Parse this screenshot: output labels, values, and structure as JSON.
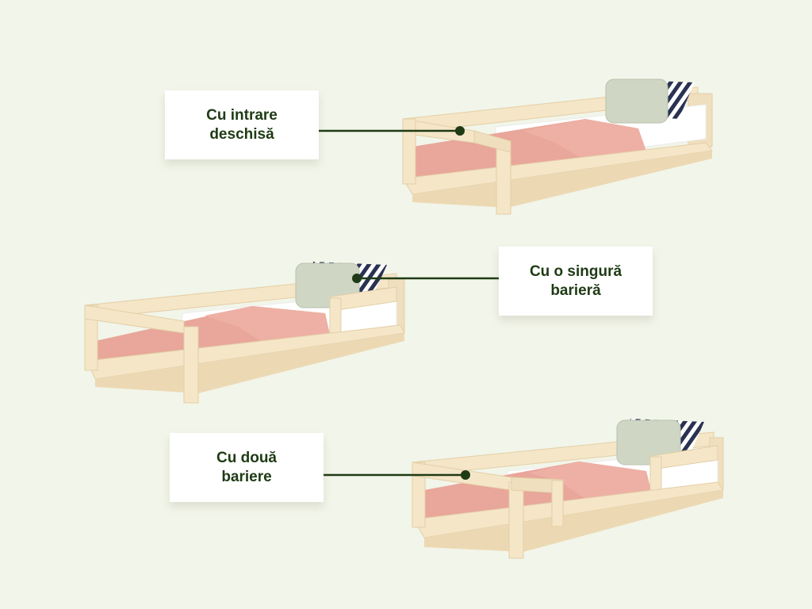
{
  "labels": [
    {
      "id": "open-entry",
      "text": "Cu intrare\ndeschisă"
    },
    {
      "id": "one-barrier",
      "text": "Cu o singură\nbarieră"
    },
    {
      "id": "two-barriers",
      "text": "Cu două\nbariere"
    }
  ],
  "colors": {
    "background": "#f2f5e9",
    "label_text": "#1e3b14",
    "connector": "#1e3b14",
    "wood": "#f5e6c8",
    "wood_shadow": "#e3cfa6",
    "mattress": "#e9a69a",
    "sheet": "#ffffff",
    "pillow_green": "#cfd6c4",
    "pillow_stripe": "#2a3252"
  },
  "icons": [
    "bed-illustration"
  ]
}
